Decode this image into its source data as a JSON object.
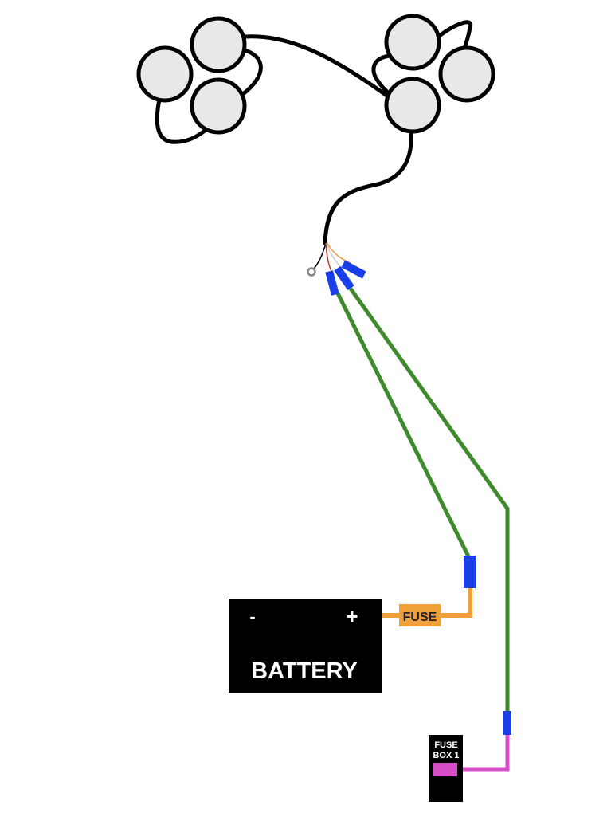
{
  "diagram": {
    "title": "Wiring diagram",
    "lights": {
      "group_left": [
        "light-1",
        "light-2",
        "light-3"
      ],
      "group_right": [
        "light-4",
        "light-5",
        "light-6"
      ]
    },
    "battery": {
      "label": "BATTERY",
      "negative": "-",
      "positive": "+"
    },
    "inline_fuse": {
      "label": "FUSE"
    },
    "fuse_box": {
      "label_line1": "FUSE",
      "label_line2": "BOX 1"
    },
    "colors": {
      "harness": "#000000",
      "lamp_fill": "#e8e8e8",
      "extension_wire": "#3e8a2c",
      "connector": "#1a3ee8",
      "fused_wire": "#f0a03a",
      "fuse_box_wire": "#d64fc8",
      "ring_terminal": "#888888"
    }
  }
}
